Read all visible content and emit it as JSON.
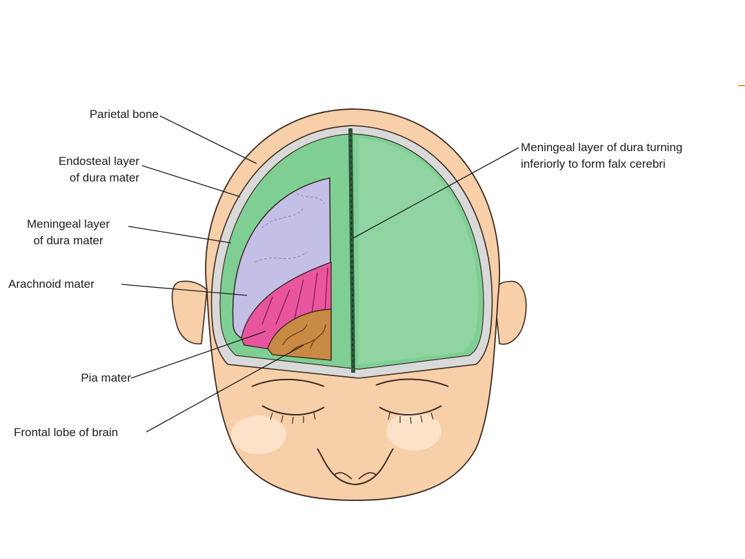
{
  "labels": {
    "parietal_bone": "Parietal bone",
    "endosteal_line1": "Endosteal layer",
    "endosteal_line2": "of dura mater",
    "meningeal_line1": "Meningeal layer",
    "meningeal_line2": "of dura mater",
    "arachnoid": "Arachnoid mater",
    "pia": "Pia mater",
    "frontal_lobe": "Frontal lobe of brain",
    "falx_line1": "Meningeal layer of dura turning",
    "falx_line2": "inferiorly to form falx cerebri"
  },
  "colors": {
    "skin": "#f7cfa8",
    "skin_shadow": "#efb98e",
    "dura_green": "#7fcf95",
    "dura_green_light": "#9edbab",
    "arachnoid_lavender": "#c4bfe6",
    "pia_pink": "#e8559e",
    "brain_brown": "#c98a45",
    "bone_gray": "#d9d9d9",
    "ink": "#1c1c1c",
    "accent": "#d9a93a"
  },
  "icons": {
    "head": "head-illustration"
  }
}
